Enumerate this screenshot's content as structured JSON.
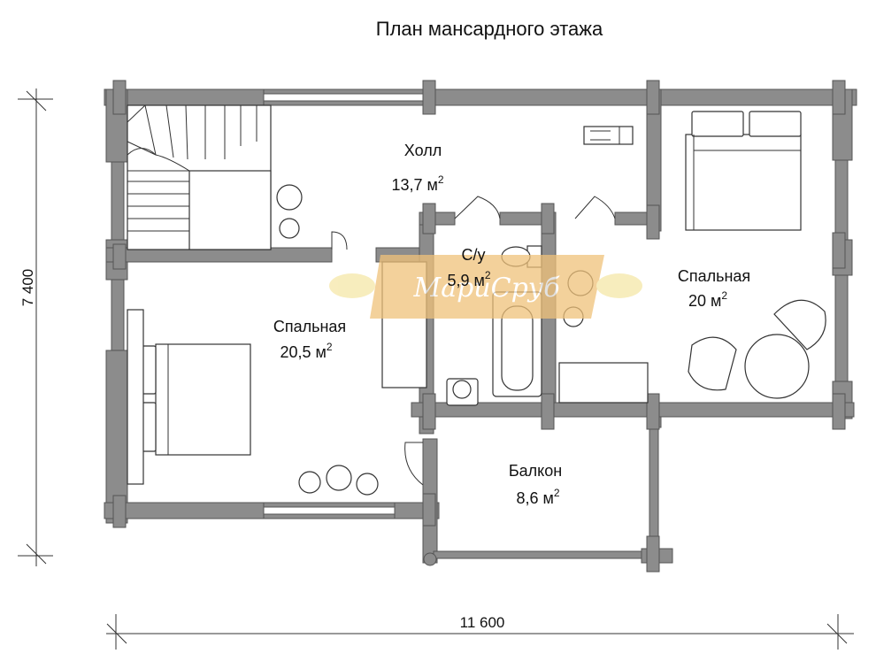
{
  "title": "План мансардного этажа",
  "rooms": {
    "hall": {
      "name": "Холл",
      "area": "13,7 м",
      "sup": "2"
    },
    "bath": {
      "name": "С/у",
      "area": "5,9 м",
      "sup": "2"
    },
    "bedroom_r": {
      "name": "Спальная",
      "area": "20 м",
      "sup": "2"
    },
    "bedroom_l": {
      "name": "Спальная",
      "area": "20,5 м",
      "sup": "2"
    },
    "balcony": {
      "name": "Балкон",
      "area": "8,6 м",
      "sup": "2"
    }
  },
  "dimensions": {
    "width": "11 600",
    "height": "7 400"
  },
  "watermark": {
    "text": "МариСруб"
  },
  "colors": {
    "wall": "#8c8c8c",
    "wall_edge": "#555555",
    "line": "#333333",
    "watermark": "#f0c27a"
  }
}
